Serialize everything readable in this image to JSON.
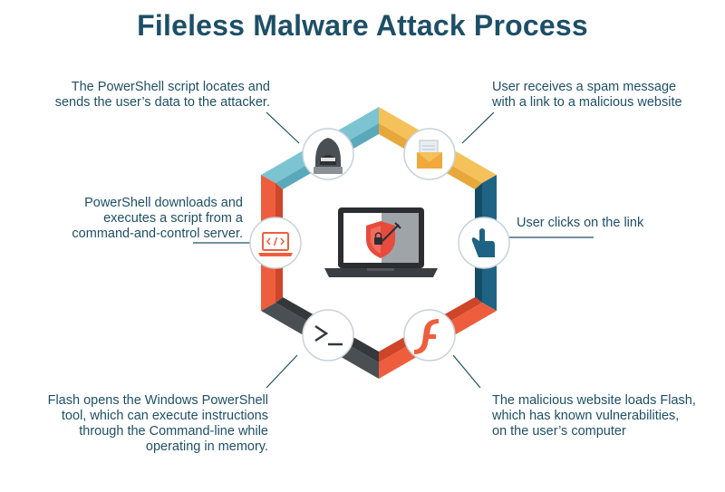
{
  "title": "Fileless Malware Attack Process",
  "steps": {
    "spam": {
      "lines": [
        "User receives a spam message",
        "with a link to a malicious website"
      ],
      "icon": "envelope-icon"
    },
    "click": {
      "lines": [
        "User clicks on the link"
      ],
      "icon": "pointing-hand-icon"
    },
    "loads": {
      "lines": [
        "The malicious website loads Flash,",
        "which has known vulnerabilities,",
        "on the user’s computer"
      ],
      "icon": "flash-icon"
    },
    "flash": {
      "lines": [
        "Flash opens the Windows PowerShell",
        "tool, which can execute instructions",
        "through the Command-line while",
        "operating in memory."
      ],
      "icon": "terminal-icon"
    },
    "download": {
      "lines": [
        "PowerShell downloads and",
        "executes a script from a",
        "command-and-control server."
      ],
      "icon": "code-laptop-icon"
    },
    "locate": {
      "lines": [
        "The PowerShell script locates and",
        "sends the user’s data to the attacker."
      ],
      "icon": "hacker-icon"
    }
  },
  "center": {
    "icon": "laptop-shield-icon"
  },
  "colors": {
    "title": "#1d4f67",
    "text": "#1d4f67",
    "segment_top_left": "#7cc4d1",
    "segment_top_right": "#f4c15b",
    "segment_right": "#1e6384",
    "segment_bottom_right": "#ee5e3e",
    "segment_bottom_left": "#4a4f54",
    "segment_left": "#ee5e3e"
  }
}
